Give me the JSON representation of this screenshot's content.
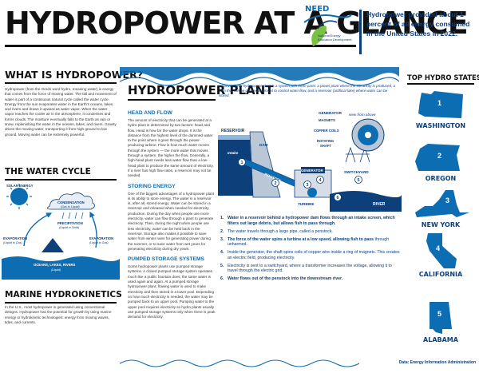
{
  "header": {
    "title": "HYDROPOWER AT A GLANCE",
    "logo_text": "NEED",
    "logo_org": "National Energy Education Development",
    "fact": "Hydropower provided about 1 percent of all energy consumed in the United States in 2022."
  },
  "what": {
    "title": "WHAT IS HYDROPOWER?",
    "body": "Hydropower (from the Greek word hydro, meaning water) is energy that comes from the force of moving water. The fall and movement of water is part of a continuous natural cycle called the water cycle. Energy from the sun evaporates water in the Earth's oceans, lakes, and rivers and draws it upward as water vapor. When the water vapor reaches the cooler air in the atmosphere, it condenses and forms clouds. The moisture eventually falls to the Earth as rain or snow, replenishing the water in the oceans, lakes, and rivers. Gravity drives the moving water, transporting it from high ground to low ground. Moving water can be extremely powerful."
  },
  "water_cycle": {
    "title": "THE WATER CYCLE",
    "labels": {
      "solar": "SOLAR ENERGY",
      "condensation": "CONDENSATION",
      "condensation_sub": "(Gas to Liquid)",
      "precipitation": "PRECIPITATION",
      "precipitation_sub": "(Liquid or Solid)",
      "evap_left": "EVAPORATION",
      "evap_left_sub": "(Liquid to Gas)",
      "evap_right": "EVAPORATION",
      "evap_right_sub": "(Liquid to Gas)",
      "oceans": "OCEANS, LAKES, RIVERS",
      "oceans_sub": "(Liquid)"
    }
  },
  "marine": {
    "title": "MARINE HYDROKINETICS",
    "body": "In the U.S., most hydropower is generated using conventional designs. Hydropower has the potential for growth by using marine energy or hydrokinetic technologies: energy from moving waves, tides, and currents."
  },
  "plant": {
    "title": "HYDROPOWER PLANT",
    "caption": "A conventional hydropower plant is a system with three parts: a power plant where the electricity is produced, a dam that can be opened or closed to control water flow, and a reservoir (artificial lake) where water can be stored.",
    "blocks": [
      {
        "heading": "HEAD AND FLOW",
        "body": "The amount of electricity that can be generated at a hydro plant is determined by two factors: head and flow. Head is how far the water drops. It is the distance from the highest level of the dammed water to the point where it goes through the power-producing turbine. Flow is how much water moves through the system — the more water that moves through a system, the higher the flow. Generally, a high-head plant needs less water flow than a low-head plant to produce the same amount of electricity. If a river has high flow rates, a reservoir may not be needed."
      },
      {
        "heading": "STORING ENERGY",
        "body": "One of the biggest advantages of a hydropower plant is its ability to store energy. The water in a reservoir is, after all, stored energy. Water can be stored in a reservoir and released when needed for electricity production. During the day when people use more electricity, water can flow through a plant to generate electricity. Then, during the night when people use less electricity, water can be held back in the reservoir. Storage also makes it possible to save water from winter rains for generating power during the summer, or to save water from wet years for generating electricity during dry years."
      },
      {
        "heading": "PUMPED STORAGE SYSTEMS",
        "body": "Some hydropower plants use pumped storage systems. A closed pumped storage system operates much like a public fountain does; the same water is used again and again. At a pumped storage hydropower plant, flowing water is used to make electricity and then stored in a lower pool. Depending on how much electricity is needed, the water may be pumped back to an upper pool. Pumping water to the upper pool requires electricity so hydro plants usually use pumped storage systems only when there is peak demand for electricity."
      }
    ],
    "diagram": {
      "generator": "GENERATOR",
      "magnets": "MAGNETS",
      "copper": "COPPER COILS",
      "rotating": "ROTATING",
      "shaft": "SHAFT",
      "view": "view from above",
      "reservoir": "RESERVOIR",
      "intake": "Intake",
      "dam": "DAM",
      "penstock": "PENSTOCK",
      "gen_label": "GENERATOR",
      "switchyard": "SWITCHYARD",
      "turbine": "TURBINE",
      "river": "RIVER",
      "numbers": [
        "1",
        "2",
        "3",
        "4",
        "5",
        "6"
      ]
    },
    "steps": [
      {
        "n": "1.",
        "bold": "Water in a reservoir behind a hydropower dam flows through an intake screen, which filters out large debris, but allows fish to pass through.",
        "rest": ""
      },
      {
        "n": "2.",
        "bold": "",
        "rest": "The water travels through a large pipe, called a penstock."
      },
      {
        "n": "3.",
        "bold": "The force of the water spins a turbine at a low speed, allowing fish to pass",
        "rest": " through unharmed."
      },
      {
        "n": "4.",
        "bold": "",
        "rest": "Inside the generator, the shaft spins coils of copper wire inside a ring of magnets. This creates an electric field, producing electricity."
      },
      {
        "n": "5.",
        "bold": "",
        "rest": "Electricity is sent to a switchyard, where a transformer increases the voltage, allowing it to travel through the electric grid."
      },
      {
        "n": "6.",
        "bold": "Water flows out of the penstock into the downstream river.",
        "rest": ""
      }
    ]
  },
  "top_states": {
    "title": "TOP HYDRO STATES",
    "states": [
      {
        "rank": "1",
        "name": "WASHINGTON"
      },
      {
        "rank": "2",
        "name": "OREGON"
      },
      {
        "rank": "3",
        "name": "NEW YORK"
      },
      {
        "rank": "4",
        "name": "CALIFORNIA"
      },
      {
        "rank": "5",
        "name": "ALABAMA"
      }
    ]
  },
  "source": "Data: Energy Information Administration"
}
